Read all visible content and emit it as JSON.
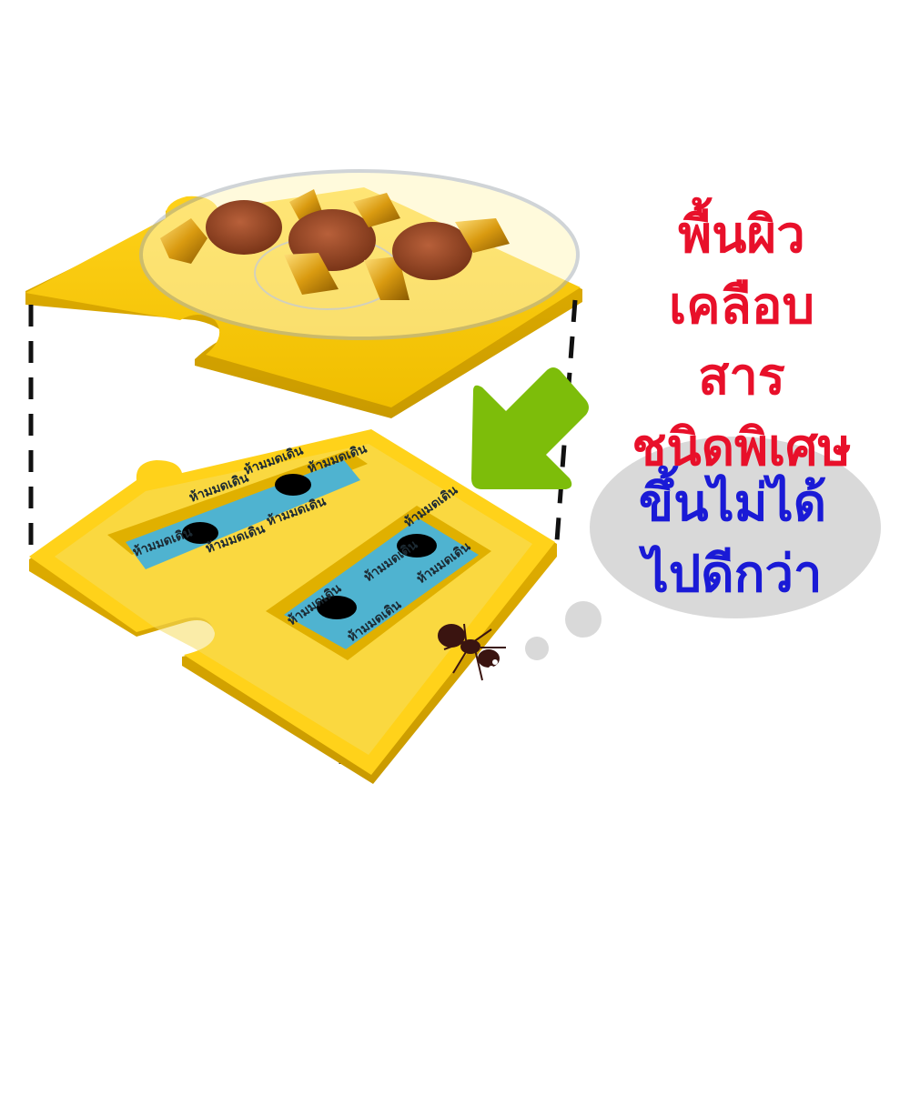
{
  "headline": {
    "lines": [
      "พื้นผิว",
      "เคลือบสาร",
      "ชนิดพิเศษ"
    ],
    "color": "#e8102a"
  },
  "thought_bubble": {
    "lines": [
      "ขึ้นไม่ได้",
      "ไปดีกว่า"
    ],
    "text_color": "#1a1ad6",
    "bubble_color": "#d9d9d9"
  },
  "tray_labels": {
    "text": "ห้ามมดเดิน",
    "label_color": "#4fb3d0"
  },
  "colors": {
    "puzzle_yellow": "#f5c800",
    "arrow_green": "#7dbd0a",
    "ant": "#3a1410",
    "background": "#ffffff"
  },
  "icons": {
    "arrow": "arrow-down-left-icon",
    "ant": "ant-icon",
    "bubble_dots": "thought-dots-icon"
  }
}
